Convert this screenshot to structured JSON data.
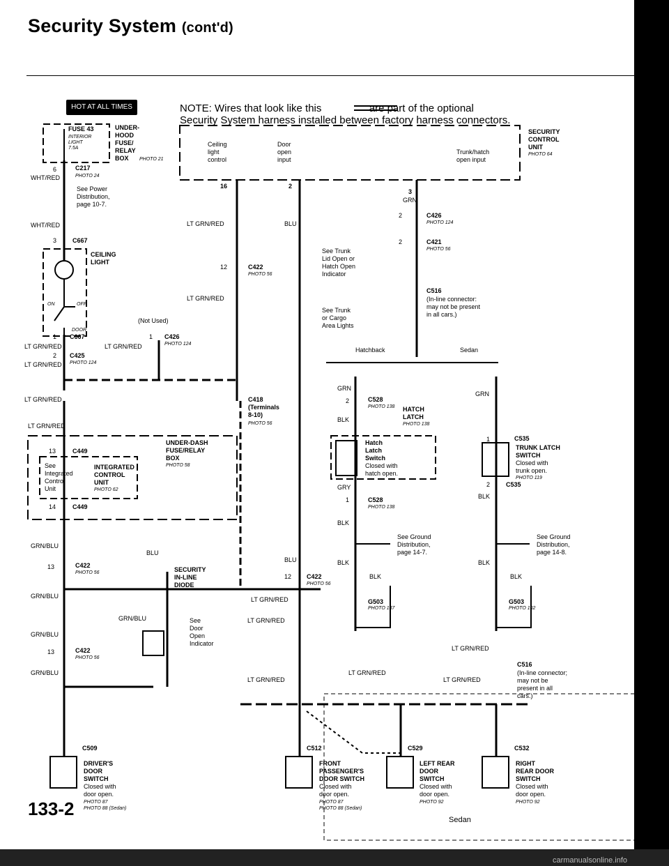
{
  "page": {
    "title": "Security System",
    "title_suffix": "(cont'd)",
    "hot_badge": "HOT AT ALL TIMES",
    "page_number": "133-2",
    "watermark": "carmanualsonline.info",
    "note_line1": "NOTE: Wires that look like this",
    "note_line1b": "are part of the optional",
    "note_line2": "Security System harness installed between factory harness connectors."
  },
  "underhood": {
    "fuse": "FUSE 43",
    "fuse_desc1": "INTERIOR",
    "fuse_desc2": "LIGHT",
    "fuse_rating": "7.5A",
    "box_l1": "UNDER-",
    "box_l2": "HOOD",
    "box_l3": "FUSE/",
    "box_l4": "RELAY",
    "box_l5": "BOX",
    "box_photo": "PHOTO 21",
    "c217_pin": "6",
    "c217": "C217",
    "c217_photo": "PHOTO 24",
    "wire1": "WHT/RED",
    "see_power_1": "See Power",
    "see_power_2": "Distribution,",
    "see_power_3": "page 10-7.",
    "wire2": "WHT/RED"
  },
  "ceiling": {
    "c667_pin": "3",
    "c667": "C667",
    "label1": "CEILING",
    "label2": "LIGHT",
    "on": "ON",
    "off": "OFF",
    "door": "DOOR",
    "not_used": "(Not Used)",
    "c667b_pin": "1",
    "c667b": "C667",
    "c426_pin": "1",
    "c426": "C426",
    "c426_photo": "PHOTO 124",
    "w_ltgrnred_1": "LT GRN/RED",
    "w_ltgrnred_2": "LT GRN/RED",
    "c425_pin": "2",
    "c425": "C425",
    "c425_photo": "PHOTO 124",
    "w_ltgrnred_3": "LT GRN/RED",
    "w_ltgrnred_4": "LT GRN/RED"
  },
  "security_unit": {
    "label1": "SECURITY",
    "label2": "CONTROL",
    "label3": "UNIT",
    "photo": "PHOTO 64",
    "ceiling_1": "Ceiling",
    "ceiling_2": "light",
    "ceiling_3": "control",
    "door_1": "Door",
    "door_2": "open",
    "door_3": "input",
    "trunk_1": "Trunk/hatch",
    "trunk_2": "open input",
    "pin16": "16",
    "pin2": "2",
    "pin3": "3",
    "w_ltgrnred": "LT GRN/RED",
    "w_blu": "BLU",
    "c422_pin": "12",
    "c422": "C422",
    "c422_photo": "PHOTO 56",
    "w_ltgrnred_b": "LT GRN/RED",
    "c418": "C418",
    "c418_l2": "(Terminals",
    "c418_l3": "8-10)",
    "c418_photo": "PHOTO 56"
  },
  "trunk": {
    "w_grn": "GRN",
    "c426_pin": "2",
    "c426": "C426",
    "c426_photo": "PHOTO 124",
    "c421_pin": "2",
    "c421": "C421",
    "c421_photo": "PHOTO 56",
    "see_trunk_lid_1": "See Trunk",
    "see_trunk_lid_2": "Lid Open or",
    "see_trunk_lid_3": "Hatch Open",
    "see_trunk_lid_4": "Indicator",
    "c516": "C516",
    "c516_note_1": "(In-line connector:",
    "c516_note_2": "may not be present",
    "c516_note_3": "in all cars.)",
    "see_cargo_1": "See Trunk",
    "see_cargo_2": "or Cargo",
    "see_cargo_3": "Area Lights",
    "hatchback": "Hatchback",
    "sedan": "Sedan"
  },
  "hatch": {
    "w_grn": "GRN",
    "c528_pin": "2",
    "c528": "C528",
    "c528_photo": "PHOTO 138",
    "latch_1": "HATCH",
    "latch_2": "LATCH",
    "latch_photo": "PHOTO 138",
    "w_blk": "BLK",
    "switch_1": "Hatch",
    "switch_2": "Latch",
    "switch_3": "Switch",
    "switch_4": "Closed with",
    "switch_5": "hatch open.",
    "w_gry": "GRY",
    "c528b_pin": "1",
    "c528b": "C528",
    "c528b_photo": "PHOTO 138",
    "w_blk2": "BLK",
    "ground_1": "See Ground",
    "ground_2": "Distribution,",
    "ground_3": "page 14-7.",
    "w_blk3": "BLK",
    "w_blk4": "BLK",
    "g503": "G503",
    "g503_photo": "PHOTO 137"
  },
  "sedan_trunk": {
    "w_grn": "GRN",
    "c535_pin": "1",
    "c535": "C535",
    "label1": "TRUNK LATCH",
    "label2": "SWITCH",
    "label3": "Closed with",
    "label4": "trunk open.",
    "photo": "PHOTO 119",
    "c535b_pin": "2",
    "c535b": "C535",
    "w_blk": "BLK",
    "ground_1": "See Ground",
    "ground_2": "Distribution,",
    "ground_3": "page 14-8.",
    "w_blk2": "BLK",
    "w_blk3": "BLK",
    "g503": "G503",
    "g503_photo": "PHOTO 102"
  },
  "underdash": {
    "w_ltgrnred": "LT GRN/RED",
    "label1": "UNDER-DASH",
    "label2": "FUSE/RELAY",
    "label3": "BOX",
    "photo": "PHOTO 58",
    "c449_pin": "13",
    "c449": "C449",
    "icu_1": "INTEGRATED",
    "icu_2": "CONTROL",
    "icu_3": "UNIT",
    "icu_photo": "PHOTO 62",
    "see_1": "See",
    "see_2": "Integrated",
    "see_3": "Control",
    "see_4": "Unit",
    "c449b_pin": "14",
    "c449b": "C449"
  },
  "doors": {
    "w_grnblu_1": "GRN/BLU",
    "w_blu_1": "BLU",
    "w_blu_2": "BLU",
    "c422_pin": "13",
    "c422": "C422",
    "c422_photo": "PHOTO 56",
    "diode_1": "SECURITY",
    "diode_2": "IN-LINE",
    "diode_3": "DIODE",
    "c422b_pin": "12",
    "c422b": "C422",
    "c422b_photo": "PHOTO 56",
    "w_grnblu_2": "GRN/BLU",
    "w_ltgrnred_1": "LT GRN/RED",
    "w_grnblu_3": "GRN/BLU",
    "see_door_1": "See",
    "see_door_2": "Door",
    "see_door_3": "Open",
    "see_door_4": "Indicator",
    "w_ltgrnred_2": "LT GRN/RED",
    "w_grnblu_4": "GRN/BLU",
    "c422c_pin": "13",
    "c422c": "C422",
    "c422c_photo": "PHOTO 56",
    "w_grnblu_5": "GRN/BLU",
    "w_ltgrnred_3": "LT GRN/RED",
    "w_ltgrnred_4": "LT GRN/RED",
    "w_ltgrnred_5": "LT GRN/RED",
    "w_ltgrnred_6": "LT GRN/RED",
    "c516": "C516",
    "c516_note_1": "(In-line connector;",
    "c516_note_2": "may not be",
    "c516_note_3": "present in all",
    "c516_note_4": "cars.)",
    "c509": "C509",
    "driver_1": "DRIVER'S",
    "driver_2": "DOOR",
    "driver_3": "SWITCH",
    "driver_4": "Closed with",
    "driver_5": "door open.",
    "driver_photo1": "PHOTO 87",
    "driver_photo2": "PHOTO 88 (Sedan)",
    "c512": "C512",
    "front_1": "FRONT",
    "front_2": "PASSENGER'S",
    "front_3": "DOOR SWITCH",
    "front_4": "Closed with",
    "front_5": "door open.",
    "front_photo1": "PHOTO 87",
    "front_photo2": "PHOTO 88 (Sedan)",
    "c529": "C529",
    "lr_1": "LEFT REAR",
    "lr_2": "DOOR",
    "lr_3": "SWITCH",
    "lr_4": "Closed with",
    "lr_5": "door open.",
    "lr_photo": "PHOTO 92",
    "c532": "C532",
    "rr_1": "RIGHT",
    "rr_2": "REAR DOOR",
    "rr_3": "SWITCH",
    "rr_4": "Closed with",
    "rr_5": "door open.",
    "rr_photo": "PHOTO 92",
    "sedan_label": "Sedan"
  }
}
